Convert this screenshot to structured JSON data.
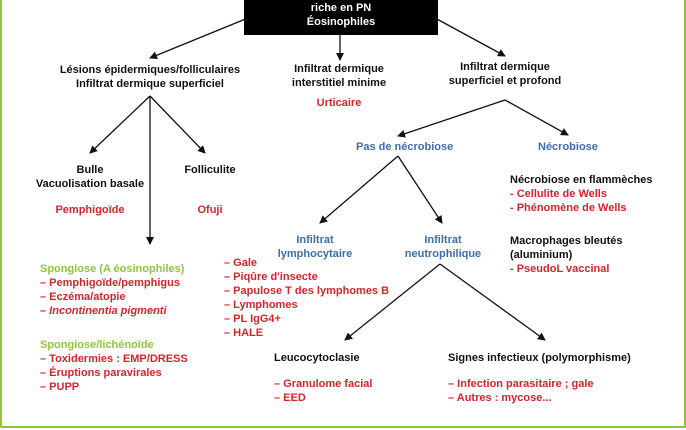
{
  "colors": {
    "border": "#8fc63f",
    "red": "#d3262b",
    "blue": "#3b6eae",
    "green": "#8fc63f",
    "title_bg": "#000000"
  },
  "top": {
    "line1": "riche en PN",
    "line2": "Éosinophiles"
  },
  "lesions": {
    "line1": "Lésions épidermiques/folliculaires",
    "line2": "Infiltrat dermique superficiel"
  },
  "interstitiel": {
    "line1": "Infiltrat dermique",
    "line2": "interstitiel minime",
    "result": "Urticaire"
  },
  "sup_profond": {
    "line1": "Infiltrat dermique",
    "line2": "superficiel et profond"
  },
  "bulle": {
    "line1": "Bulle",
    "line2": "Vacuolisation basale",
    "result": "Pemphigoïde"
  },
  "folliculite": {
    "label": "Folliculite",
    "result": "Ofuji"
  },
  "spongiose_eos": {
    "title": "Spongiose (A éosinophiles)",
    "items": [
      "– Pemphigoïde/pemphigus",
      "– Eczéma/atopie",
      "– Incontinentia pigmenti"
    ]
  },
  "spongiose_lich": {
    "title": "Spongiose/lichénoïde",
    "items": [
      "– Toxidermies : EMP/DRESS",
      "– Éruptions paravirales",
      "– PUPP"
    ]
  },
  "pas_necrobiose": "Pas de nécrobiose",
  "necrobiose": "Nécrobiose",
  "necro_flammeches": {
    "title": "Nécrobiose en flammèches",
    "items": [
      "- Cellulite de Wells",
      "- Phénomène de Wells"
    ]
  },
  "macrophages": {
    "line1": "Macrophages bleutés",
    "line2": "(aluminium)",
    "items": [
      "- PseudoL vaccinal"
    ]
  },
  "lympho": {
    "line1": "Infiltrat",
    "line2": "lymphocytaire"
  },
  "neutro": {
    "line1": "Infiltrat",
    "line2": "neutrophilique"
  },
  "lympho_list": [
    "– Gale",
    "– Piqûre d'insecte",
    "– Papulose T des lymphomes B",
    "– Lymphomes",
    "– PL IgG4+",
    "– HALE"
  ],
  "leucocyto": {
    "label": "Leucocytoclasie",
    "items": [
      "– Granulome facial",
      "– EED"
    ]
  },
  "signes": {
    "label": "Signes infectieux (polymorphisme)",
    "items": [
      "– Infection parasitaire ; gale",
      "– Autres : mycose..."
    ]
  }
}
